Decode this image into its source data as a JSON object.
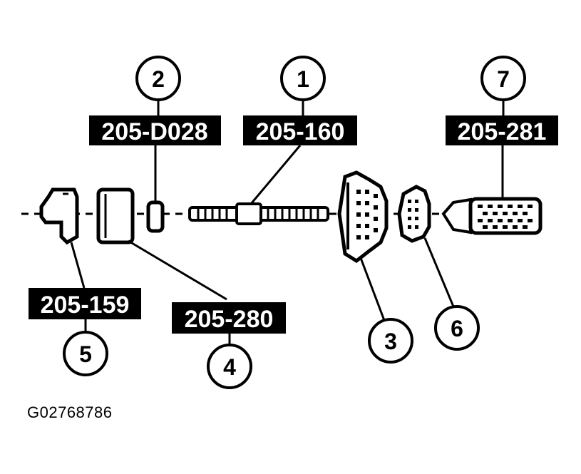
{
  "callouts": [
    {
      "number": "1",
      "tool": "205-160"
    },
    {
      "number": "2",
      "tool": "205-D028"
    },
    {
      "number": "3",
      "tool": ""
    },
    {
      "number": "4",
      "tool": "205-280"
    },
    {
      "number": "5",
      "tool": "205-159"
    },
    {
      "number": "6",
      "tool": ""
    },
    {
      "number": "7",
      "tool": "205-281"
    }
  ],
  "figure_id": "G02768786"
}
